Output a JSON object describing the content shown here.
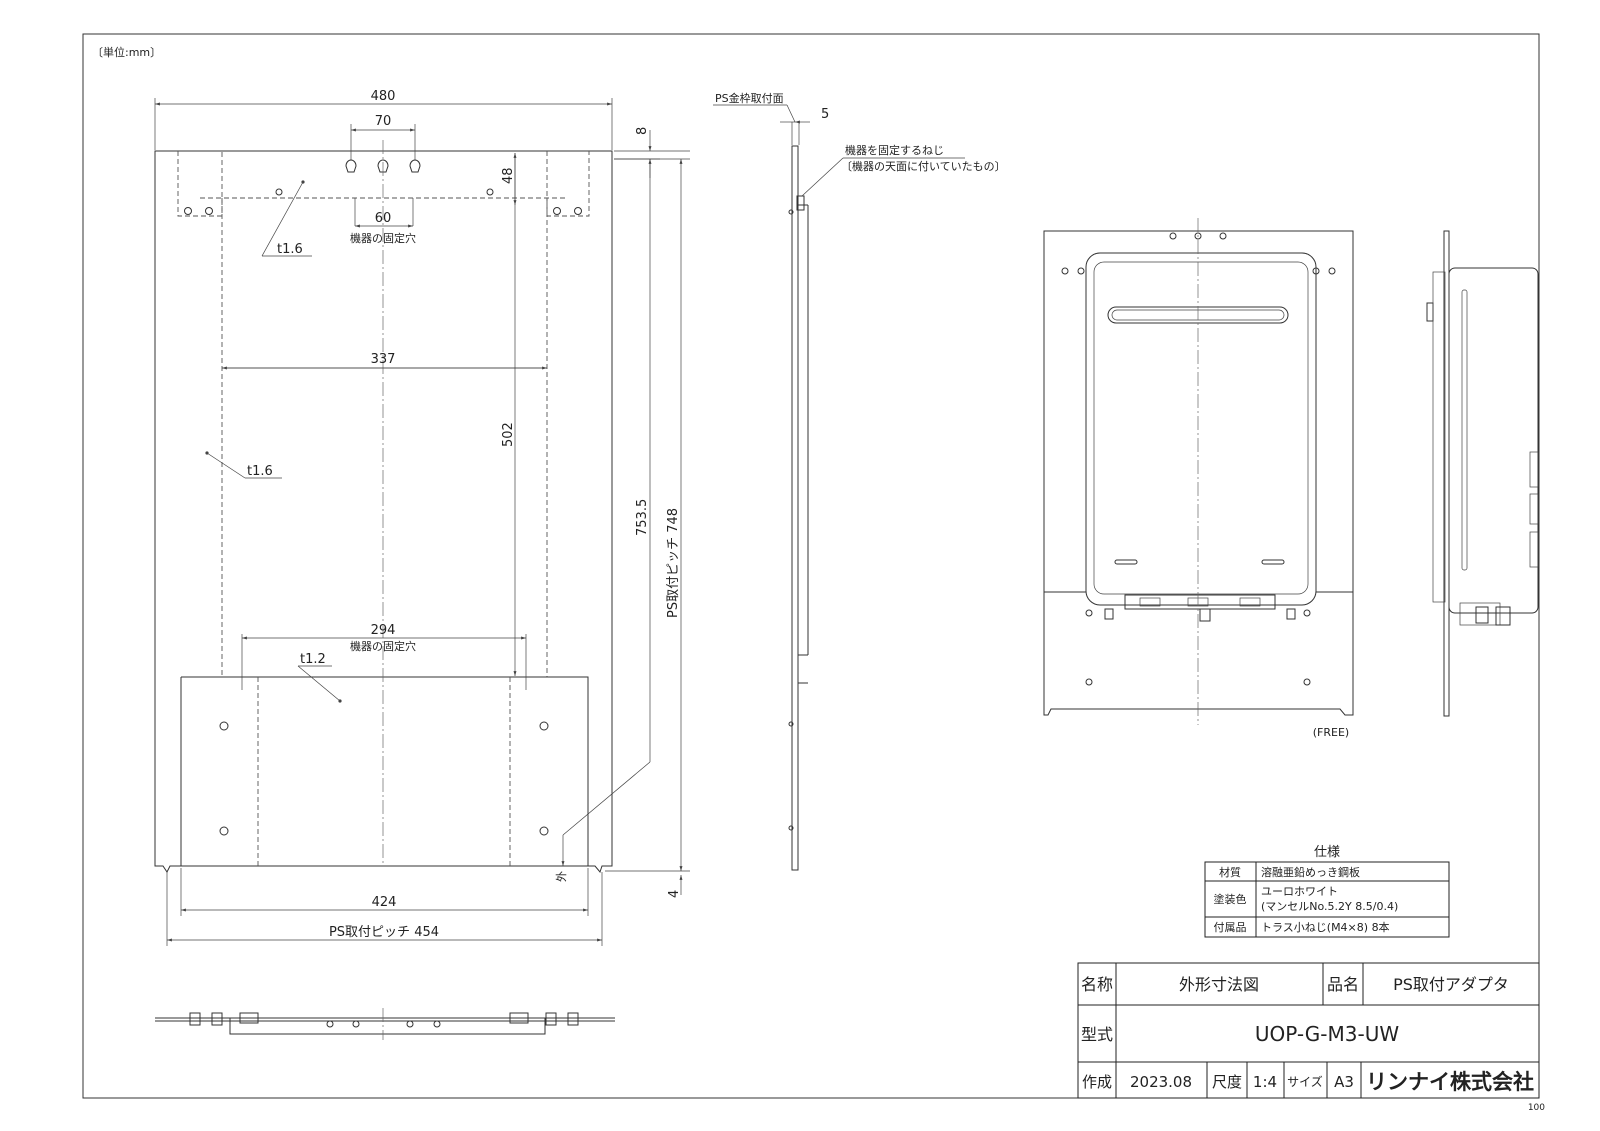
{
  "unit_note": "〔単位:mm〕",
  "dims": {
    "w480": "480",
    "w70": "70",
    "w8": "8",
    "h48": "48",
    "w60": "60",
    "fix_hole_top": "機器の固定穴",
    "t16_top": "t1.6",
    "w337": "337",
    "h502": "502",
    "t16_mid": "t1.6",
    "h753": "753.5",
    "ps_pitch_v": "PS取付ピッチ 748",
    "w294": "294",
    "fix_hole_bottom": "機器の固定穴",
    "t12": "t1.2",
    "mark_out": "外",
    "h4": "4",
    "w424": "424",
    "ps_pitch_h": "PS取付ピッチ 454"
  },
  "side_view": {
    "ps_frame": "PS金枠取付面",
    "w5": "5",
    "screw_note_1": "機器を固定するねじ",
    "screw_note_2": "〔機器の天面に付いていたもの〕"
  },
  "free_label": "(FREE)",
  "spec": {
    "title": "仕様",
    "rows": [
      {
        "label": "材質",
        "value": "溶融亜鉛めっき鋼板",
        "value2": ""
      },
      {
        "label": "塗装色",
        "value": "ユーロホワイト",
        "value2": "(マンセルNo.5.2Y 8.5/0.4)"
      },
      {
        "label": "付属品",
        "value": "トラス小ねじ(M4×8) 8本",
        "value2": ""
      }
    ]
  },
  "title_block": {
    "name_label": "名称",
    "name_value": "外形寸法図",
    "product_label": "品名",
    "product_value": "PS取付アダプタ",
    "model_label": "型式",
    "model_value": "UOP-G-M3-UW",
    "created_label": "作成",
    "created_value": "2023.08",
    "scale_label": "尺度",
    "scale_value": "1:4",
    "size_label": "サイズ",
    "size_value": "A3",
    "company": "リンナイ株式会社"
  },
  "sheet_number": "100"
}
